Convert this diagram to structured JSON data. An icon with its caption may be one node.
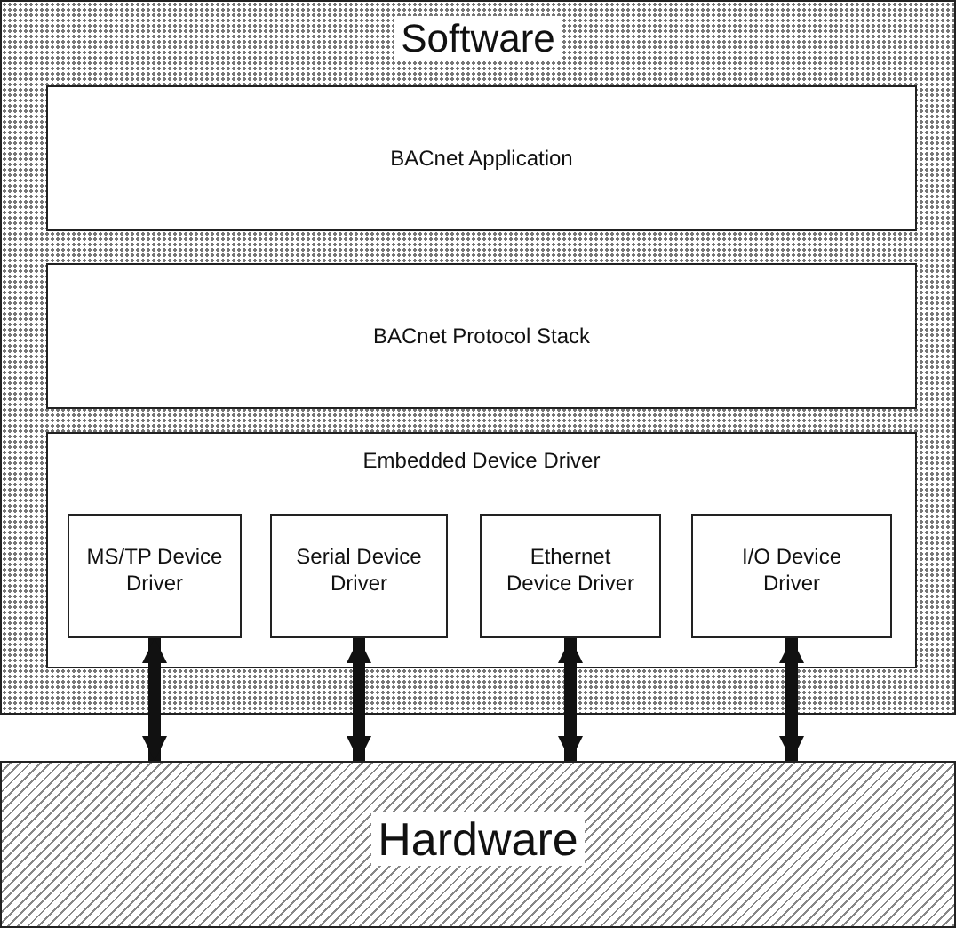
{
  "diagram": {
    "nodes": [
      {
        "text": [
          "Software"
        ]
      },
      {
        "text": [
          "BACnet Application"
        ],
        "in": 0
      },
      {
        "text": [
          "BACnet Protocol Stack"
        ],
        "in": 0
      },
      {
        "text": [
          "Embedded Device Driver"
        ],
        "in": 0
      },
      {
        "text": [
          "MS/TP Device Driver"
        ],
        "in": 3
      },
      {
        "text": [
          "Serial Device Driver"
        ],
        "in": 3
      },
      {
        "text": [
          "Ethernet Device Driver"
        ],
        "in": 3
      },
      {
        "text": [
          "I/O Device Driver"
        ],
        "in": 3
      },
      {
        "text": [
          "Hardware"
        ]
      }
    ],
    "edges": [
      {
        "from": 4,
        "to": 8,
        "arrow": "both"
      },
      {
        "from": 5,
        "to": 8,
        "arrow": "both"
      },
      {
        "from": 6,
        "to": 8,
        "arrow": "both"
      },
      {
        "from": 7,
        "to": 8,
        "arrow": "both"
      }
    ]
  }
}
